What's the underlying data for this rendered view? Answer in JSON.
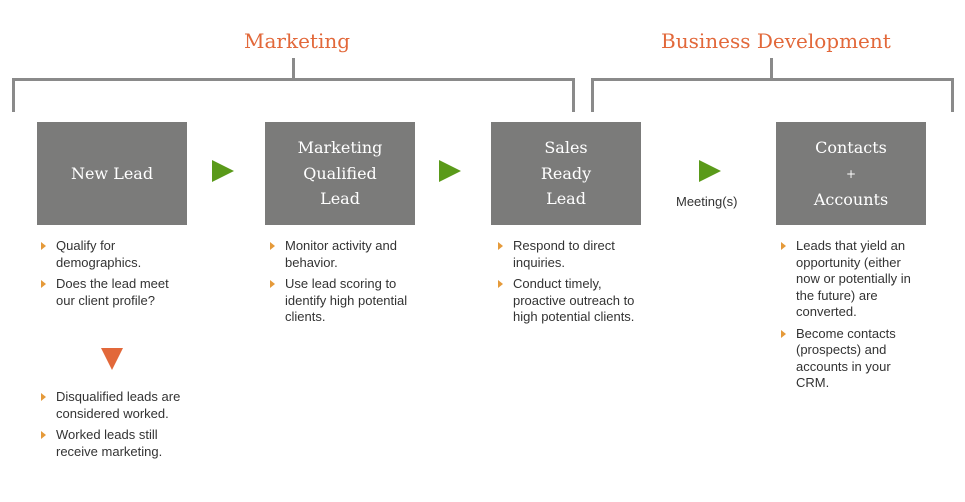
{
  "headings": {
    "marketing": "Marketing",
    "business_development": "Business Development"
  },
  "stages": [
    {
      "lines": [
        "New Lead"
      ]
    },
    {
      "lines": [
        "Marketing",
        "Qualified",
        "Lead"
      ]
    },
    {
      "lines": [
        "Sales",
        "Ready",
        "Lead"
      ]
    },
    {
      "lines": [
        "Contacts",
        "+",
        "Accounts"
      ]
    }
  ],
  "connector_label": "Meeting(s)",
  "bullets": {
    "new_lead": [
      "Qualify for demographics.",
      "Does the lead meet our client profile?"
    ],
    "disqualified": [
      "Disqualified leads are considered worked.",
      "Worked leads still receive marketing."
    ],
    "mql": [
      "Monitor activity and behavior.",
      "Use lead scoring to identify high potential clients."
    ],
    "srl": [
      "Respond to direct inquiries.",
      "Conduct timely, proactive outreach to high potential clients."
    ],
    "contacts": [
      "Leads that yield an opportunity (either now or potentially in the future) are converted.",
      "Become contacts (prospects) and accounts in your CRM."
    ]
  },
  "colors": {
    "heading": "#e2683a",
    "box": "#7b7b7a",
    "bracket": "#8a8a8a",
    "arrow_right": "#5a9a1a",
    "arrow_down": "#e2683a",
    "bullet": "#e59a3a"
  },
  "icons": {
    "flow_arrow": "triangle-right",
    "disqualify_arrow": "triangle-down",
    "bullet": "small-triangle-right"
  }
}
